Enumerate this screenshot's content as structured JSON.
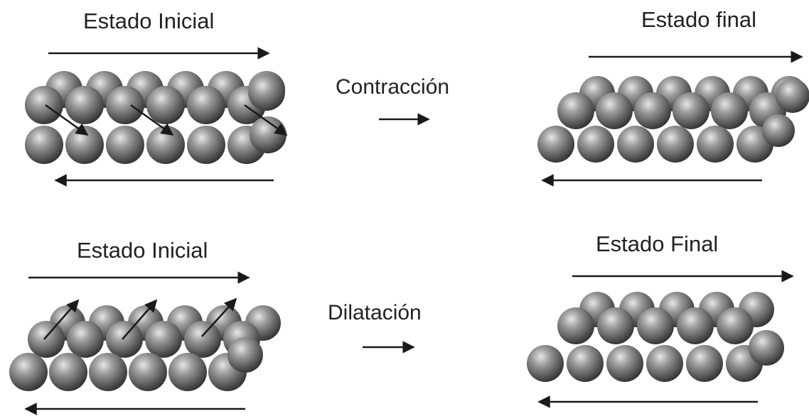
{
  "top": {
    "initial_label": "Estado Inicial",
    "process_label": "Contracción",
    "final_label": "Estado final"
  },
  "bottom": {
    "initial_label": "Estado Inicial",
    "process_label": "Dilatación",
    "final_label": "Estado Final"
  },
  "colors": {
    "sphere_dark": "#3f3f3f",
    "sphere_mid": "#8c8c8c",
    "sphere_light": "#e6e6e6",
    "arrow": "#1a1a1a"
  }
}
